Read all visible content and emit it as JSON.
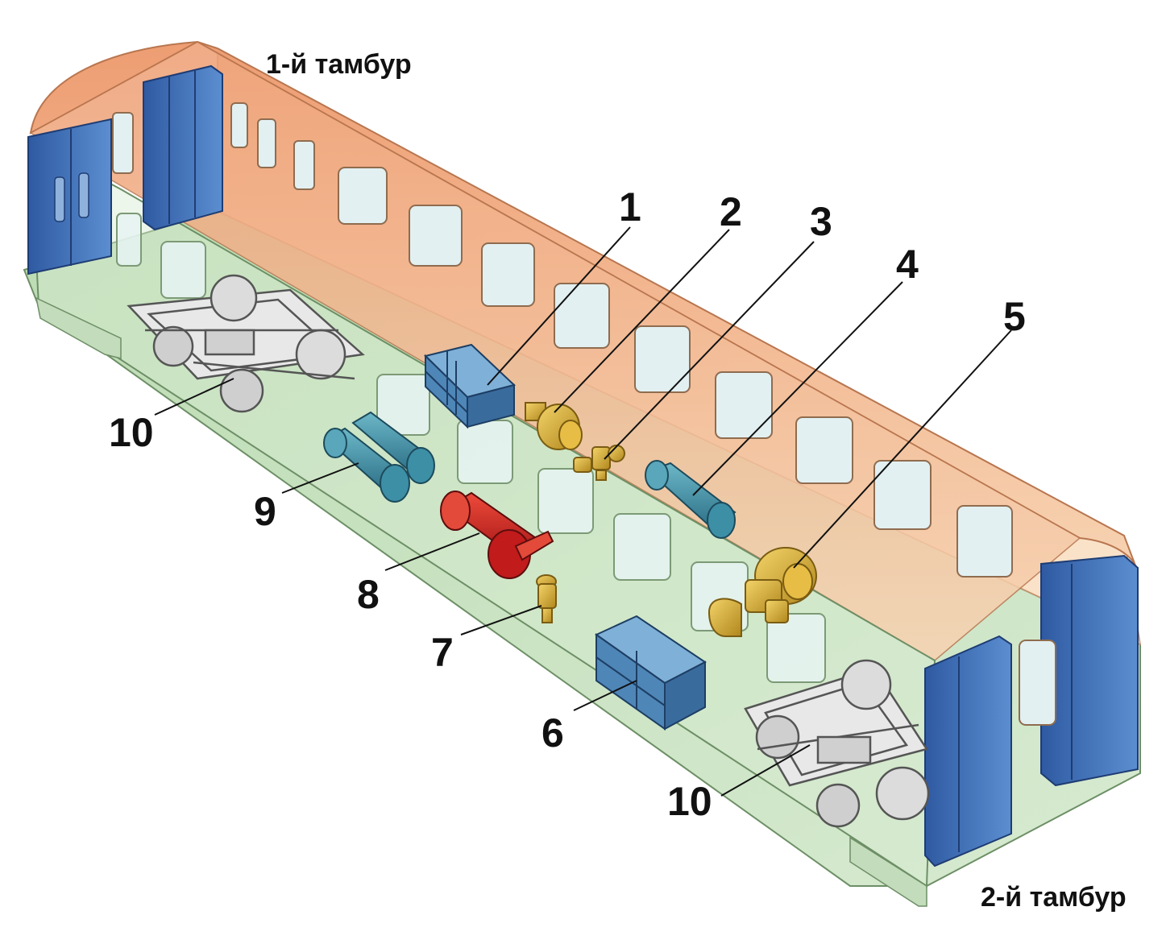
{
  "vestibules": {
    "first": "1-й тамбур",
    "second": "2-й тамбур"
  },
  "callouts": {
    "c1": "1",
    "c2": "2",
    "c3": "3",
    "c4": "4",
    "c5": "5",
    "c6": "6",
    "c7": "7",
    "c8": "8",
    "c9": "9",
    "c10a": "10",
    "c10b": "10"
  },
  "colors": {
    "ceiling": "#f4c9a3",
    "wall": "#f6d6b6",
    "floor": "#cde3c4",
    "door": "#3f6fb5",
    "window": "#e2f0f2",
    "equipment_blue": "#4f86b8",
    "tank": "#3d8fa6",
    "heater": "#d22222",
    "brass": "#d2a728"
  }
}
